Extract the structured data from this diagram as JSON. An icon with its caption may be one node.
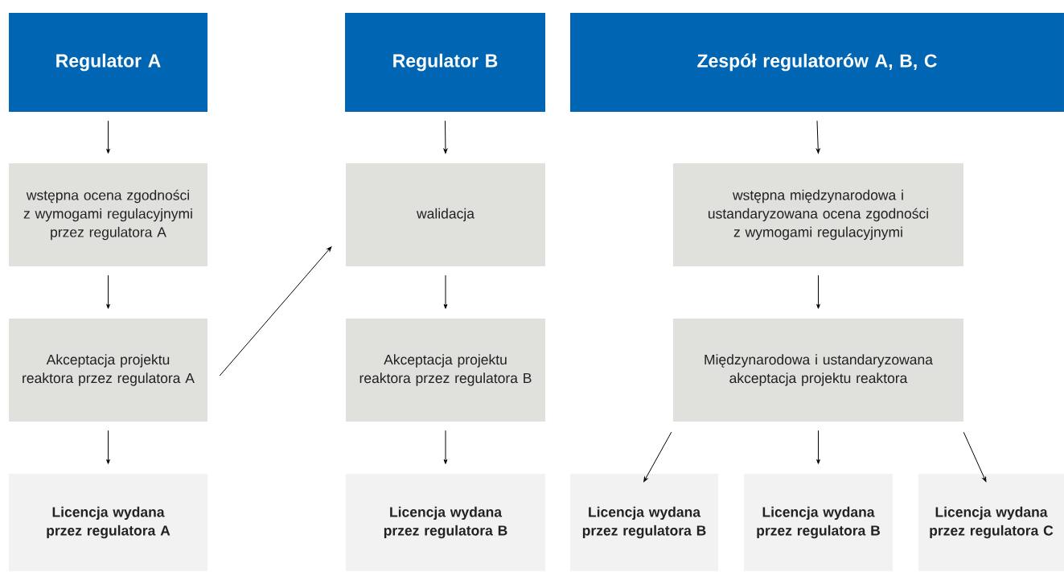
{
  "diagram": {
    "nodes": [
      {
        "text": [
          "Regulator A"
        ]
      },
      {
        "text": [
          "Regulator B"
        ]
      },
      {
        "text": [
          "Zespół regulatorów A, B, C"
        ]
      },
      {
        "text": [
          "wstępna ocena zgodności z wymogami regulacyjnymi przez regulatora A"
        ]
      },
      {
        "text": [
          "walidacja"
        ]
      },
      {
        "text": [
          "wstępna międzynarodowa i ustandaryzowana ocena zgodności z wymogami regulacyjnymi"
        ]
      },
      {
        "text": [
          "Akceptacja projektu reaktora przez regulatora A"
        ]
      },
      {
        "text": [
          "Akceptacja projektu reaktora przez regulatora B"
        ]
      },
      {
        "text": [
          "Międzynarodowa i ustandaryzowana akceptacja projektu reaktora"
        ]
      },
      {
        "text": [
          "Licencja wydana przez regulatora A"
        ]
      },
      {
        "text": [
          "Licencja wydana przez regulatora B"
        ]
      },
      {
        "text": [
          "Licencja wydana przez regulatora B"
        ]
      },
      {
        "text": [
          "Licencja wydana przez regulatora B"
        ]
      },
      {
        "text": [
          "Licencja wydana przez regulatora C"
        ]
      }
    ],
    "edges": [
      {
        "from": 0,
        "to": 3,
        "arrow": "to"
      },
      {
        "from": 3,
        "to": 6,
        "arrow": "to"
      },
      {
        "from": 6,
        "to": 9,
        "arrow": "to"
      },
      {
        "from": 6,
        "to": 4,
        "arrow": "to"
      },
      {
        "from": 1,
        "to": 4,
        "arrow": "to"
      },
      {
        "from": 4,
        "to": 7,
        "arrow": "to"
      },
      {
        "from": 7,
        "to": 10,
        "arrow": "to"
      },
      {
        "from": 2,
        "to": 5,
        "arrow": "to"
      },
      {
        "from": 5,
        "to": 8,
        "arrow": "to"
      },
      {
        "from": 8,
        "to": 11,
        "arrow": "to"
      },
      {
        "from": 8,
        "to": 12,
        "arrow": "to"
      },
      {
        "from": 8,
        "to": 13,
        "arrow": "to"
      }
    ]
  }
}
